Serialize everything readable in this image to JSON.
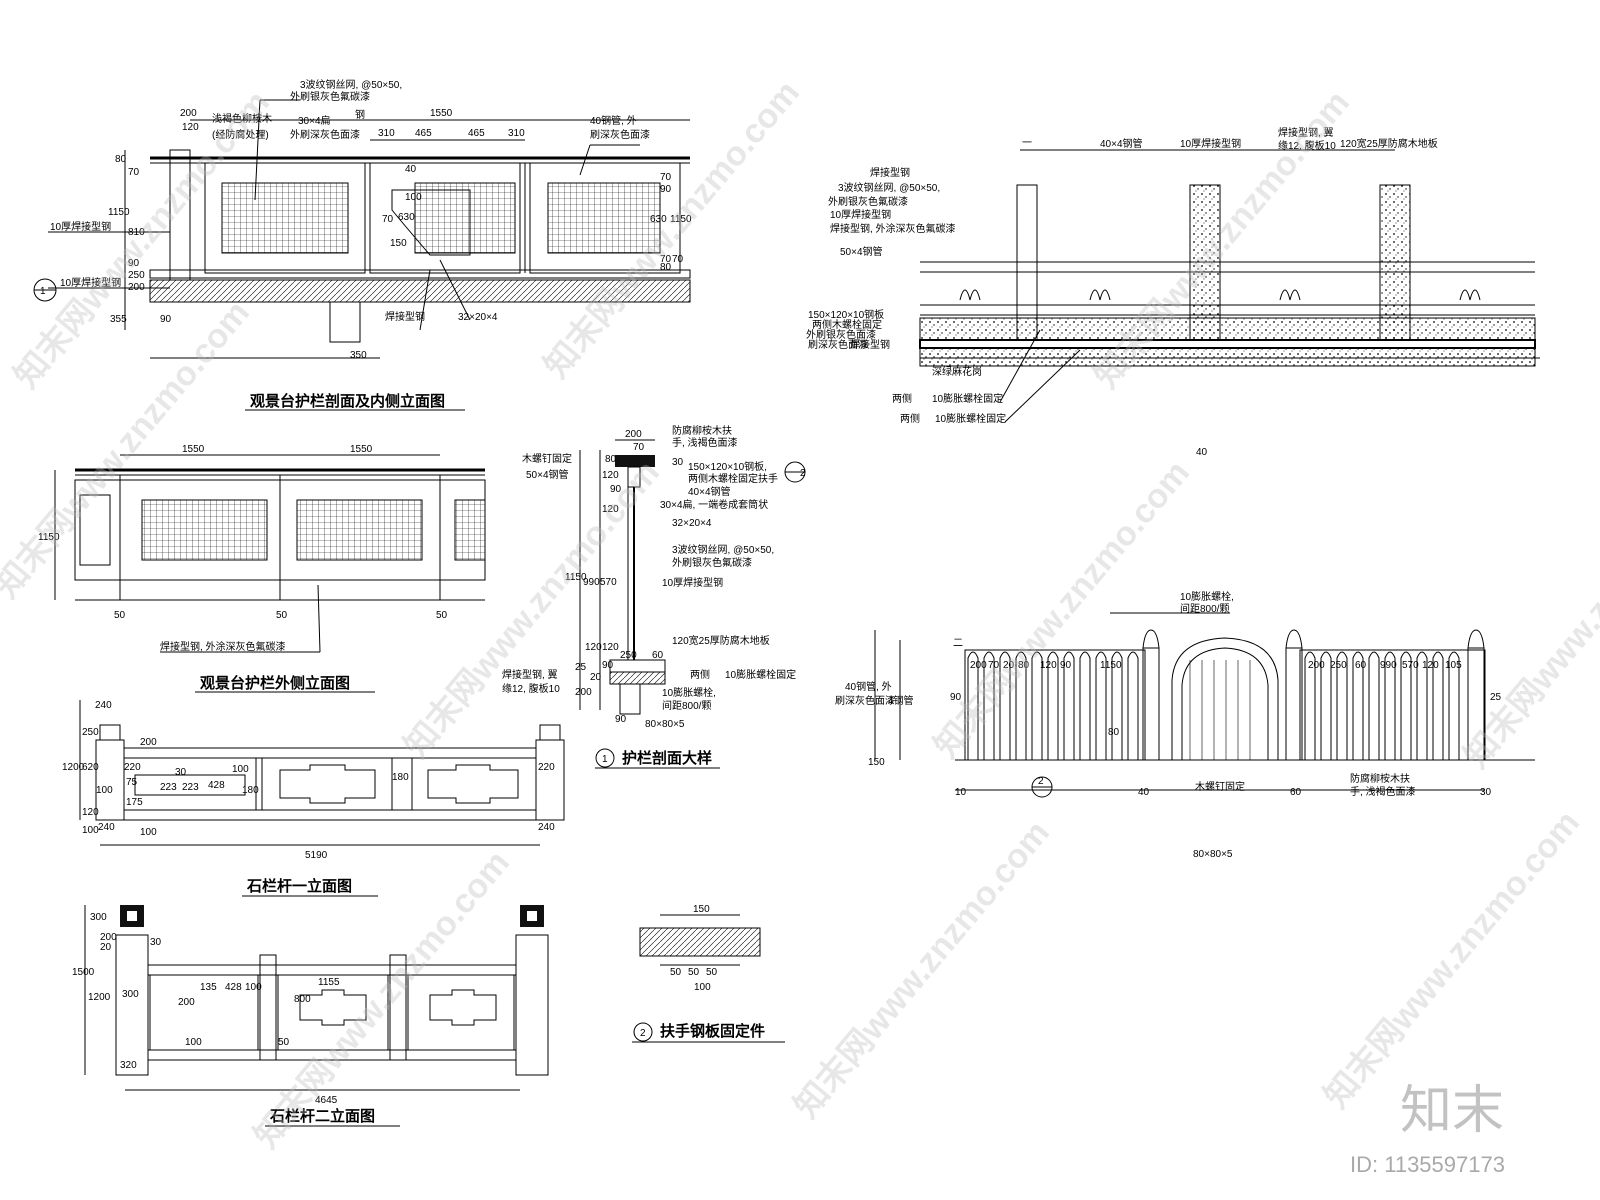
{
  "titles": {
    "view1": "观景台护栏剖面及内侧立面图",
    "view2": "观景台护栏外侧立面图",
    "view3": "护栏剖面大样",
    "view3_no": "1",
    "view4": "扶手钢板固定件",
    "view4_no": "2",
    "view5": "石栏杆一立面图",
    "view6": "石栏杆二立面图"
  },
  "notes": {
    "v1_mesh": "3波纹钢丝网, @50×50,",
    "v1_mesh2": "外刷银灰色氟碳漆",
    "v1_wood": "浅褐色柳桉木",
    "v1_wood2": "(经防腐处理)",
    "v1_flat": "30×4扁",
    "v1_flat_steel": "钢",
    "v1_flat2": "外刷深灰色面漆",
    "v1_pipe": "40钢管, 外",
    "v1_pipe2": "刷深灰色面漆",
    "v1_weld_left": "10厚焊接型钢",
    "v1_weld_left2": "10厚焊接型钢",
    "v1_weld_bottom": "焊接型钢",
    "v1_size": "32×20×4",
    "v2_note": "焊接型钢, 外涂深灰色氟碳漆",
    "v3_screw": "木螺钉固定",
    "v3_pipe50": "50×4钢管",
    "v3_wood": "防腐柳桉木扶",
    "v3_wood2": "手, 浅褐色面漆",
    "v3_plate": "150×120×10钢板,",
    "v3_plate2": "两侧木螺栓固定扶手",
    "v3_pipe40": "40×4钢管",
    "v3_flat": "30×4扁, 一端卷成套筒状",
    "v3_size": "32×20×4",
    "v3_mesh": "3波纹钢丝网, @50×50,",
    "v3_mesh2": "外刷银灰色氟碳漆",
    "v3_weld": "10厚焊接型钢",
    "v3_floor": "120宽25厚防腐木地板",
    "v3_weld2": "焊接型钢, 翼",
    "v3_weld3": "缘12, 腹板10",
    "v3_both": "两侧",
    "v3_bolt": "10膨胀螺栓固定",
    "v3_bolt2": "10膨胀螺栓,",
    "v3_bolt3": "间距800/颗",
    "v3_angle": "80×80×5",
    "r1_pipe": "40×4钢管",
    "r1_weld": "10厚焊接型钢",
    "r1_weld2": "焊接型钢, 翼",
    "r1_weld3": "缘12, 腹板10",
    "r1_floor": "120宽25厚防腐木地板",
    "r1_l1": "焊接型钢",
    "r1_l2": "3波纹钢丝网, @50×50,",
    "r1_l3": "外刷银灰色氟碳漆",
    "r1_l4": "10厚焊接型钢",
    "r1_l5": "焊接型钢, 外涂深灰色氟碳漆",
    "r1_pipe50": "50×4钢管",
    "r1_l6": "150×120×10钢板",
    "r1_l7": "两侧木螺栓固定",
    "r1_l8": "外刷银灰色面漆",
    "r1_l9": "刷深灰色面漆",
    "r1_l10": "焊接型钢",
    "r1_granite": "深绿麻花岗",
    "r1_both1": "两侧",
    "r1_both2": "两侧",
    "r1_bolt": "10膨胀螺栓固定",
    "r1_bolt2": "10膨胀螺栓固定",
    "r1_forty": "40",
    "r2_bolt": "10膨胀螺栓,",
    "r2_bolt2": "间距800/颗",
    "r2_pipe": "40钢管, 外",
    "r2_pipe2": "刷深灰色面漆",
    "r2_pipe3": "4钢管",
    "r2_screw": "木螺钉固定",
    "r2_wood": "防腐柳桉木扶",
    "r2_wood2": "手, 浅褐色面漆",
    "r2_angle": "80×80×5"
  },
  "dims": {
    "v1": [
      "200",
      "120",
      "1550",
      "310",
      "465",
      "465",
      "310",
      "80",
      "70",
      "1150",
      "810",
      "90",
      "250",
      "200",
      "355",
      "90",
      "350",
      "40",
      "630",
      "70",
      "150",
      "100",
      "70",
      "90",
      "630",
      "1150",
      "70",
      "70",
      "80"
    ],
    "v2": [
      "1550",
      "1550",
      "1150",
      "50",
      "50",
      "50"
    ],
    "v3": [
      "200",
      "70",
      "30",
      "80",
      "120",
      "90",
      "120",
      "1150",
      "990",
      "570",
      "120",
      "120",
      "90",
      "25",
      "20",
      "200",
      "250",
      "60",
      "90"
    ],
    "v4": [
      "150",
      "50",
      "50",
      "50",
      "100"
    ],
    "v5": [
      "240",
      "250",
      "200",
      "1200",
      "620",
      "120",
      "100",
      "100",
      "30",
      "223",
      "223",
      "428",
      "100",
      "180",
      "180",
      "220",
      "220",
      "240",
      "240",
      "100",
      "5190",
      "75",
      "175"
    ],
    "v6": [
      "300",
      "200",
      "20",
      "1500",
      "1200",
      "300",
      "135",
      "428",
      "100",
      "1155",
      "800",
      "320",
      "4645",
      "200",
      "30",
      "100",
      "50"
    ],
    "r2": [
      "200",
      "70",
      "20",
      "80",
      "120",
      "90",
      "1150",
      "200",
      "250",
      "60",
      "990",
      "570",
      "120",
      "105",
      "25",
      "90",
      "80",
      "150",
      "10",
      "40",
      "60",
      "30"
    ]
  },
  "watermark": "知末网www.znzmo.com",
  "logo": "知末",
  "id_text": "ID: 1135597173",
  "section_marks": {
    "a": "1",
    "b": "2",
    "c": "2",
    "d": "二",
    "e": "一"
  }
}
